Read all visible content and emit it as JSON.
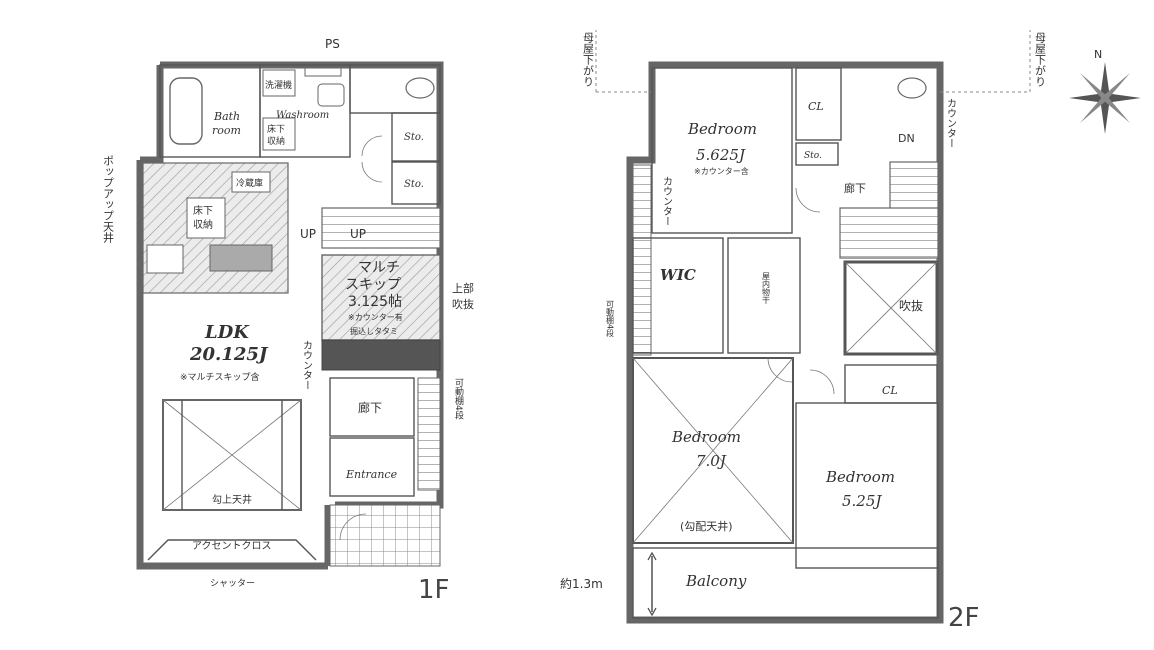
{
  "colors": {
    "wall": "#666666",
    "hatch_fill": "#e8e8e8",
    "line": "#555555"
  },
  "floor1": {
    "label": "1F",
    "rooms": {
      "bathroom_a": "Bath",
      "bathroom_b": "room",
      "washroom": "Washroom",
      "laundry": "洗濯機",
      "floor_storage_small_a": "床下",
      "floor_storage_small_b": "収納",
      "sto1": "Sto.",
      "sto2": "Sto.",
      "fridge": "冷蔵庫",
      "floor_storage_a": "床下",
      "floor_storage_b": "収納",
      "ldk_name": "LDK",
      "ldk_size": "20.125J",
      "ldk_note": "※マルチスキップ含",
      "multi_a": "マルチ",
      "multi_b": "スキップ",
      "multi_size": "3.125帖",
      "multi_note1": "※カウンター有",
      "multi_note2": "掘込しタタミ",
      "hallway": "廊下",
      "entrance": "Entrance",
      "atrium_ceiling": "勾上天井"
    },
    "labels": {
      "ps": "PS",
      "up1": "UP",
      "up2": "UP",
      "popup": "ポップアップ天井",
      "upper_a": "上部",
      "upper_b": "吹抜",
      "counter": "カウンター",
      "movable_shelf": "可動棚4段",
      "accent": "アクセントクロス",
      "shutter": "シャッター"
    }
  },
  "floor2": {
    "label": "2F",
    "rooms": {
      "bedroom1": "Bedroom",
      "bedroom1_size": "5.625J",
      "bedroom1_note": "※カウンター含",
      "cl1": "CL",
      "sto": "Sto.",
      "hallway": "廊下",
      "wic": "WIC",
      "attic_storage": "屋内物干",
      "void": "吹抜",
      "cl2": "CL",
      "bedroom2": "Bedroom",
      "bedroom2_size": "7.0J",
      "bedroom2_note": "(勾配天井)",
      "bedroom3": "Bedroom",
      "bedroom3_size": "5.25J",
      "balcony": "Balcony"
    },
    "labels": {
      "dn": "DN",
      "counter_right": "カウンター",
      "counter_left": "カウンター",
      "movable_shelf": "可動棚4段",
      "roof_left": "母屋下がり",
      "roof_right": "母屋下がり",
      "balcony_depth": "約1.3m",
      "north": "N"
    }
  }
}
